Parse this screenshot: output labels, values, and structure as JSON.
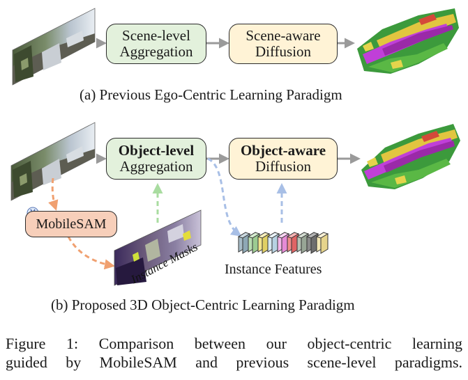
{
  "panel_a": {
    "box1": {
      "line1": "Scene-level",
      "line2": "Aggregation"
    },
    "box2": {
      "line1": "Scene-aware",
      "line2": "Diffusion"
    },
    "caption": "(a) Previous Ego-Centric Learning Paradigm"
  },
  "panel_b": {
    "box1": {
      "line1": "Object-level",
      "line2": "Aggregation"
    },
    "box2": {
      "line1": "Object-aware",
      "line2": "Diffusion"
    },
    "mobilesam": "MobileSAM",
    "instance_masks": "Instance Masks",
    "instance_features": "Instance Features",
    "caption": "(b) Proposed 3D Object-Centric Learning Paradigm"
  },
  "figure_caption": {
    "line1": "Figure 1: Comparison between our object-centric learning",
    "line2": "guided by MobileSAM and previous scene-level paradigms."
  },
  "colors": {
    "arrow_gray": "#9a9a9a",
    "arrow_orange": "#f0a070",
    "arrow_green": "#a9dca0",
    "arrow_blue": "#a8bfe6",
    "box_green": "#e3f1dc",
    "box_yellow": "#fff3d6",
    "box_orange": "#f7cfba"
  }
}
